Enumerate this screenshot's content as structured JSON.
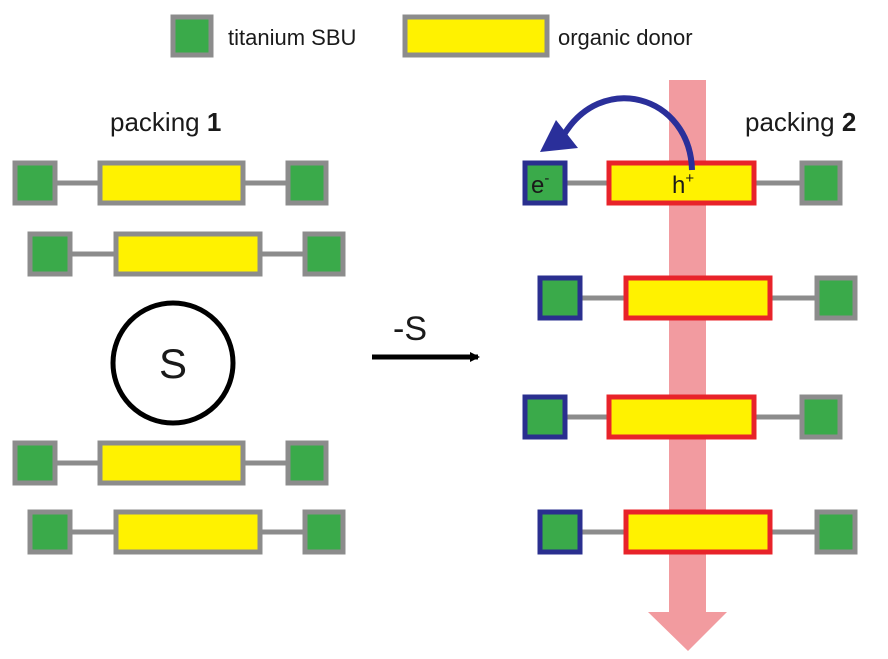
{
  "legend": {
    "sbu_label": "titanium SBU",
    "donor_label": "organic donor"
  },
  "left": {
    "title_text": "packing ",
    "title_num": "1",
    "solvent_label": "S"
  },
  "arrow": {
    "label": "-S"
  },
  "right": {
    "title_text": "packing ",
    "title_num": "2",
    "electron_label": "e",
    "electron_charge": "-",
    "hole_label": "h",
    "hole_charge": "+"
  },
  "colors": {
    "sbu_fill": "#3aaa4a",
    "sbu_border": "#8c8c8c",
    "sbu_border_active": "#2a2f8f",
    "donor_fill": "#fff200",
    "donor_border": "#8c8c8c",
    "donor_border_active": "#e8232a",
    "linker": "#8c8c8c",
    "transport_arrow": "#f08a8f",
    "transfer_arrow": "#2a2f9a",
    "hole_text": "#e8232a",
    "electron_text": "#2a2f8f"
  }
}
